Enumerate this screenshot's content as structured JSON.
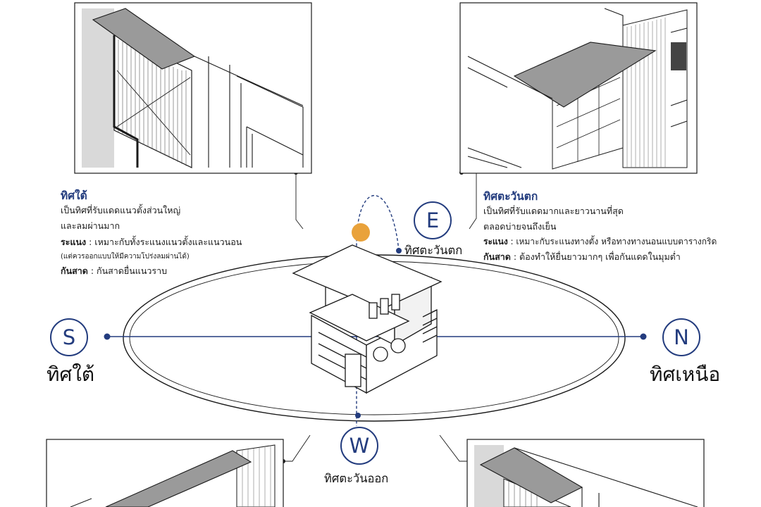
{
  "compass": {
    "south": {
      "letter": "S",
      "label": "ทิศใต้"
    },
    "north": {
      "letter": "N",
      "label": "ทิศเหนือ"
    },
    "east": {
      "letter": "E",
      "label": "ทิศตะวันตก"
    },
    "west": {
      "letter": "W",
      "label": "ทิศตะวันออก"
    }
  },
  "south_note": {
    "heading": "ทิศใต้",
    "line1": "เป็นทิศที่รับแดดแนวตั้งส่วนใหญ่",
    "line2": "และลมผ่านมาก",
    "fin_key": "ระแนง",
    "fin_text": " : เหมาะกับทั้งระแนงแนวตั้งและแนวนอน",
    "fin_note": "(แต่ควรออกแบบให้มีความโปร่งลมผ่านได้)",
    "canopy_key": "กันสาด",
    "canopy_text": " : กันสาดยื่นแนวราบ"
  },
  "west_note": {
    "heading": "ทิศตะวันตก",
    "line1": "เป็นทิศที่รับแดดมากและยาวนานที่สุด",
    "line2": "ตลอดบ่ายจนถึงเย็น",
    "fin_key": "ระแนง",
    "fin_text": " : เหมาะกับระแนงทางตั้ง หรือทางทางนอนแบบตารางกริด",
    "canopy_key": "กันสาด",
    "canopy_text": " : ต้องทำให้ยื่นยาวมากๆ เพื่อกันแดดในมุมต่ำ"
  },
  "colors": {
    "accent": "#233c7e",
    "sun": "#e9a23b",
    "canopy": "#9a9a9a",
    "wall_shade": "#cfcfcf",
    "line": "#1a1a1a"
  },
  "icons": [
    "sun-icon",
    "house-icon",
    "sun-path-arc"
  ]
}
